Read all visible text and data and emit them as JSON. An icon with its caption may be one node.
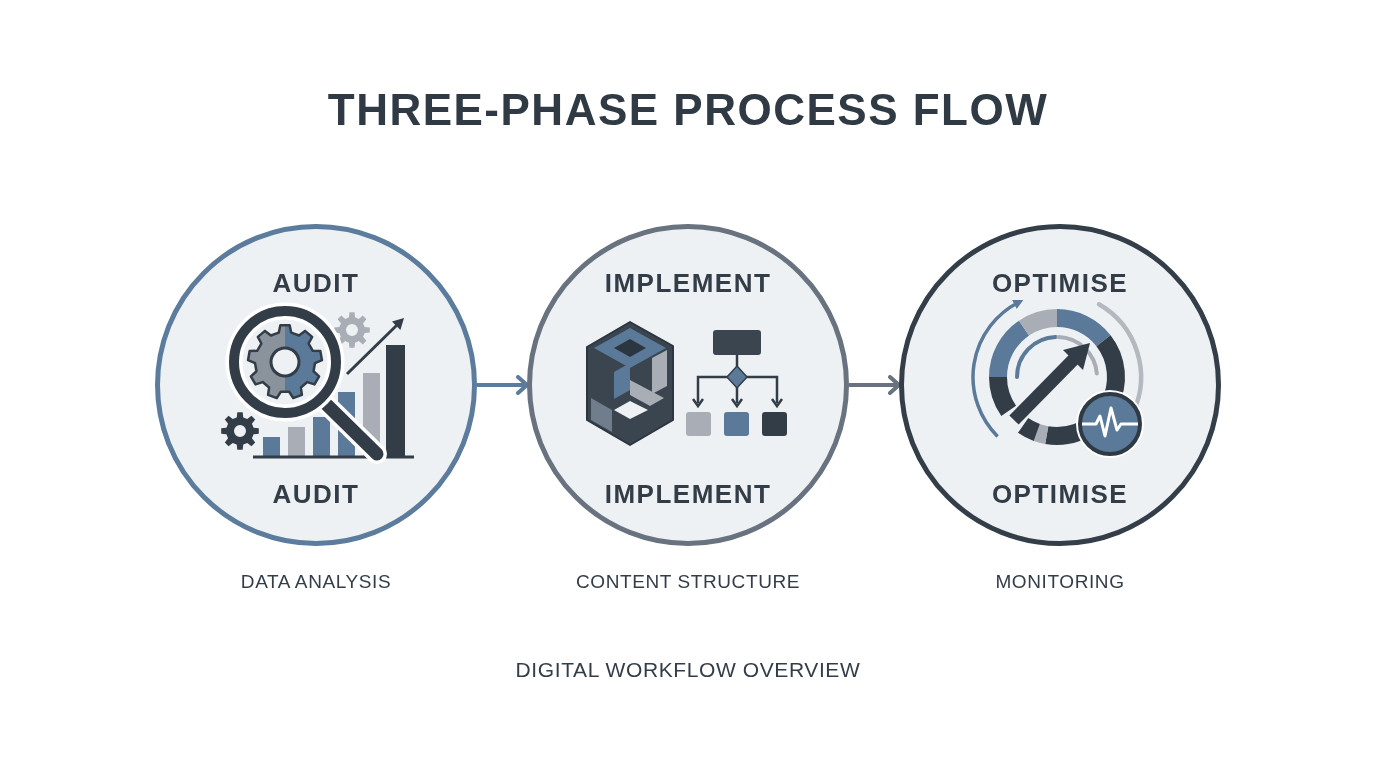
{
  "diagram": {
    "title": "THREE-PHASE PROCESS FLOW",
    "caption": "DIGITAL WORKFLOW OVERVIEW",
    "nodes": [
      {
        "text": [
          "AUDIT",
          "AUDIT"
        ],
        "beside": [
          "DATA ANALYSIS"
        ]
      },
      {
        "text": [
          "IMPLEMENT",
          "IMPLEMENT"
        ],
        "beside": [
          "CONTENT STRUCTURE"
        ]
      },
      {
        "text": [
          "OPTIMISE",
          "OPTIMISE"
        ],
        "beside": [
          "MONITORING"
        ]
      }
    ],
    "edges": [
      {
        "from": 0,
        "to": 1,
        "arrow": "to",
        "color": "#5b7c9c"
      },
      {
        "from": 1,
        "to": 2,
        "arrow": "to",
        "color": "#68737f"
      }
    ]
  }
}
